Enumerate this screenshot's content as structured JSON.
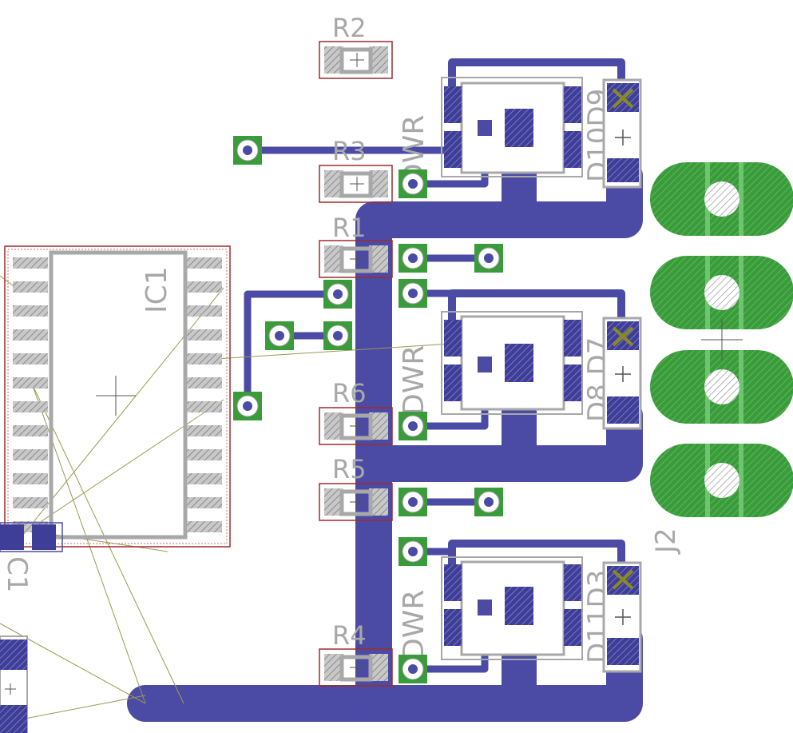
{
  "colors": {
    "background": "#ffffff",
    "trace": "#4b4ba6",
    "via_pad": "#3a9b3a",
    "via_hole": "#ffffff",
    "silk": "#a8a8a8",
    "outline": "#a02c2c",
    "ratsnest": "#9a9a50",
    "pad_gray": "#b4b4b4",
    "mark": "#8a8a20"
  },
  "labels": {
    "r2": "R2",
    "r3": "R3",
    "r1": "R1",
    "r6": "R6",
    "r5": "R5",
    "r4": "R4",
    "ic1": "IC1",
    "c1": "C1",
    "j2": "J2",
    "d10d9": "D10D9",
    "d8d7": "D8 D7",
    "d11d3": "D11D3",
    "dup1": "DWR",
    "dup2": "DWR",
    "dup3": "DWR"
  },
  "icons": {
    "cross": "crosshair-icon",
    "x_mark": "x-mark-icon",
    "plus": "plus-icon"
  }
}
